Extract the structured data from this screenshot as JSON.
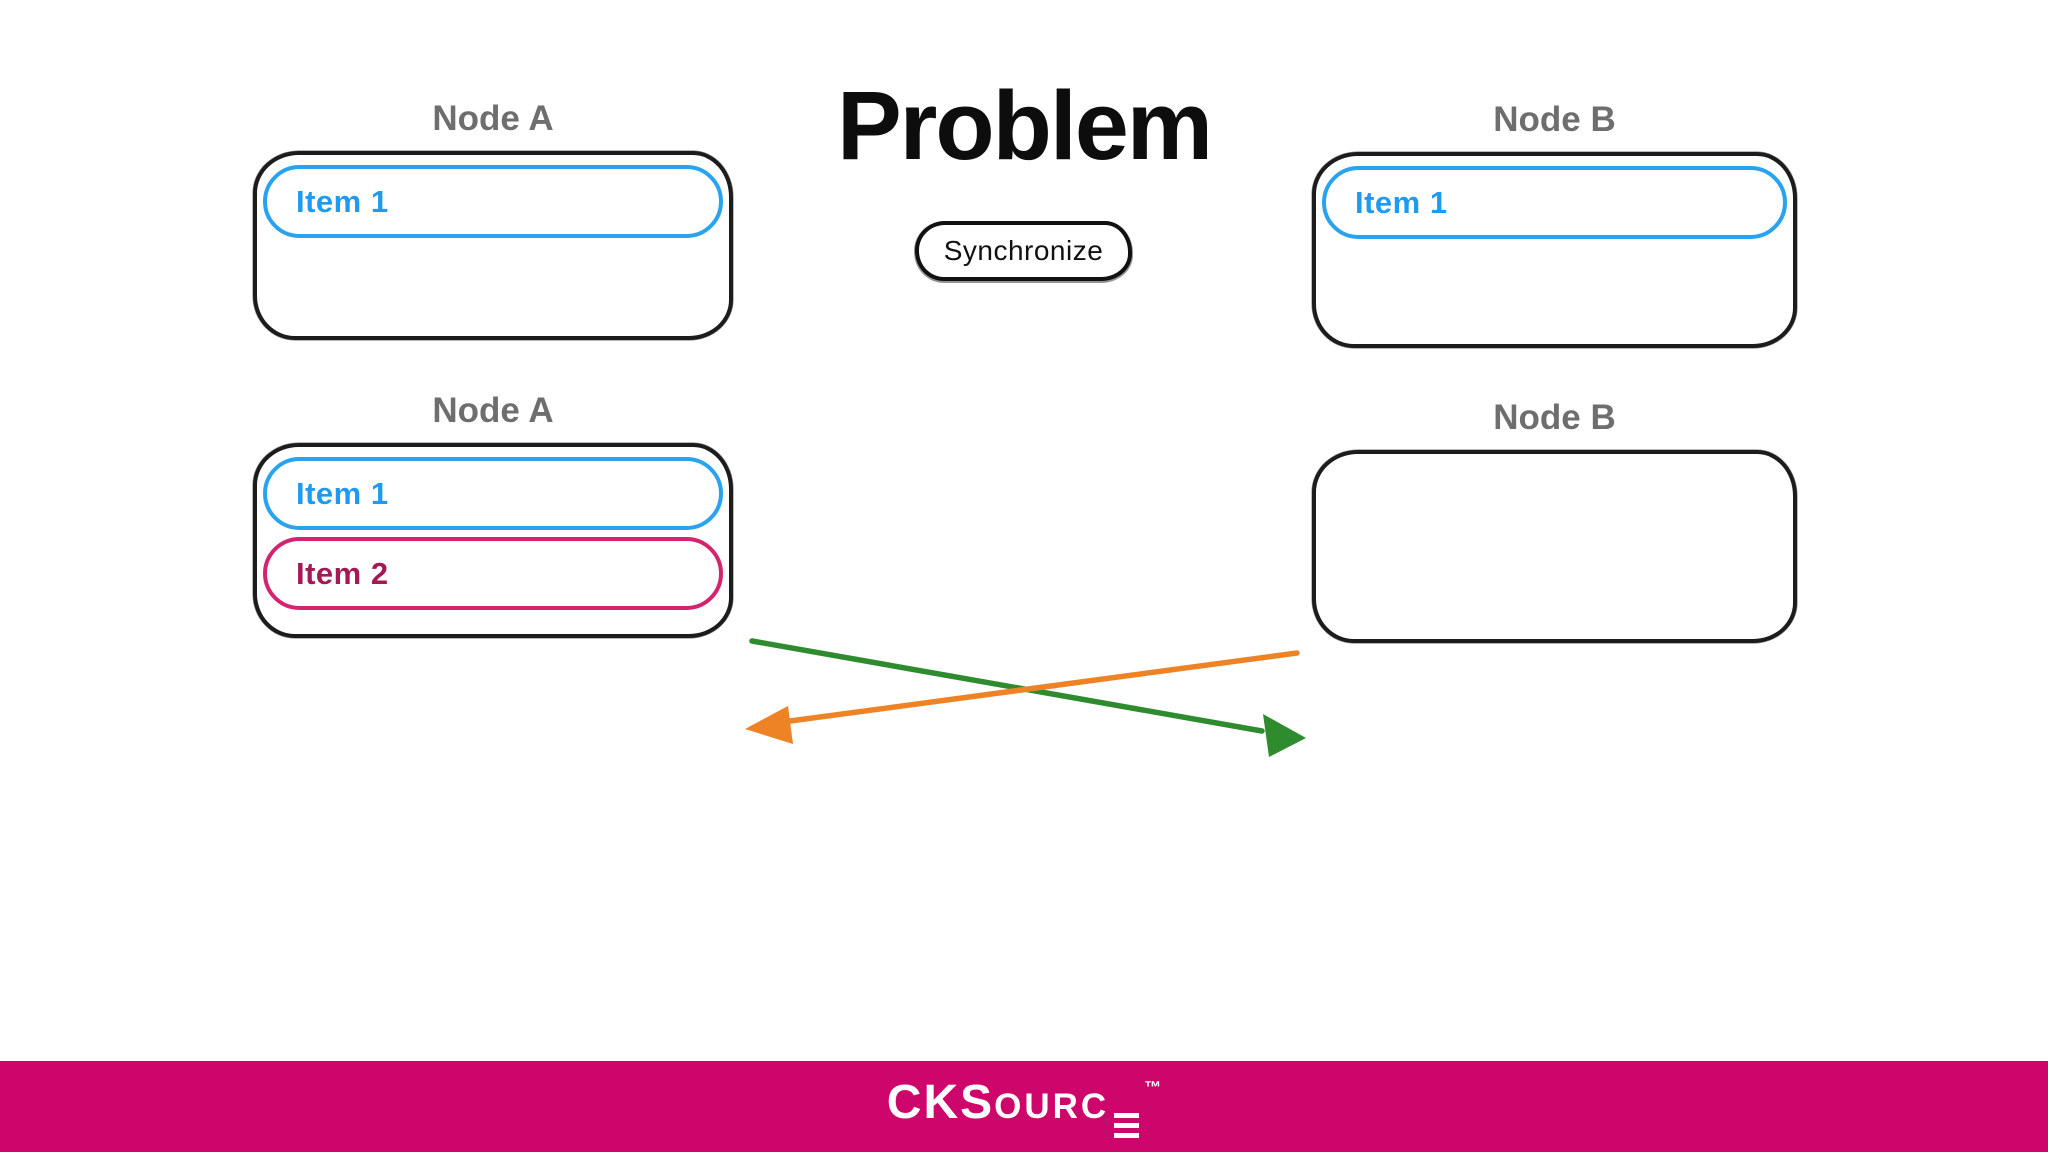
{
  "title": "Problem",
  "sync_button": {
    "label": "Synchronize"
  },
  "nodes": {
    "a1": {
      "label": "Node A",
      "items": [
        {
          "label": "Item 1",
          "color_name": "blue"
        }
      ]
    },
    "b1": {
      "label": "Node B",
      "items": [
        {
          "label": "Item 1",
          "color_name": "blue"
        }
      ]
    },
    "a2": {
      "label": "Node A",
      "items": [
        {
          "label": "Item 1",
          "color_name": "blue"
        },
        {
          "label": "Item 2",
          "color_name": "pink"
        }
      ]
    },
    "b2": {
      "label": "Node B",
      "items": []
    }
  },
  "arrows": {
    "green": {
      "direction": "left-to-right"
    },
    "orange": {
      "direction": "right-to-left"
    }
  },
  "footer": {
    "brand": "CKSource",
    "logo_primary": "CKS",
    "logo_secondary": "OURC",
    "trademark": "™"
  },
  "colors": {
    "title_text": "#0d0d0d",
    "node_label": "#6e6e6e",
    "box_stroke": "#1c1c1c",
    "button_stroke": "#111111",
    "button_text": "#111111",
    "item_blue_stroke": "#29a3f0",
    "item_blue_text": "#1e9bf0",
    "item_pink_stroke": "#d4246f",
    "item_pink_text": "#a21955",
    "arrow_green": "#2e8b2e",
    "arrow_orange": "#ee8326",
    "footer_bar": "#ce056b",
    "footer_text": "#ffffff"
  }
}
